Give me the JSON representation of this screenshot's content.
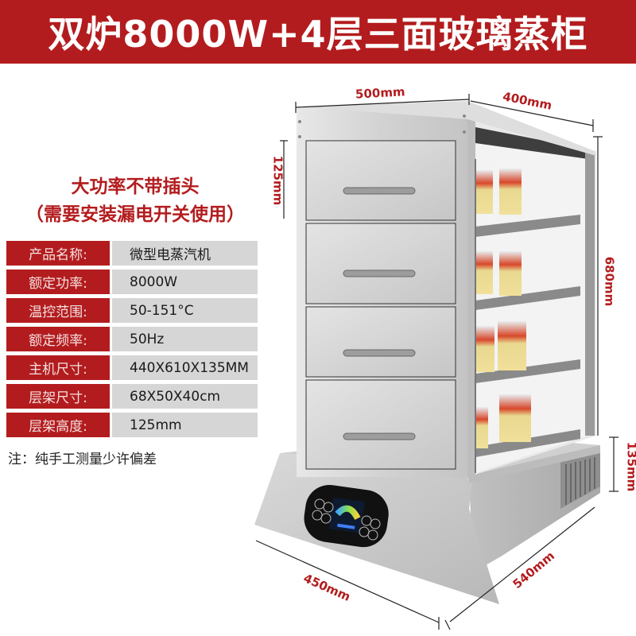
{
  "header": {
    "title": "双炉8000W+4层三面玻璃蒸柜"
  },
  "notice": {
    "line1": "大功率不带插头",
    "line2": "（需要安装漏电开关使用）"
  },
  "specs": [
    {
      "label": "产品名称:",
      "value": "微型电蒸汽机"
    },
    {
      "label": "额定功率:",
      "value": "8000W"
    },
    {
      "label": "温控范围:",
      "value": "50-151°C"
    },
    {
      "label": "额定频率:",
      "value": "50Hz"
    },
    {
      "label": "主机尺寸:",
      "value": "440X610X135MM"
    },
    {
      "label": "层架尺寸:",
      "value": "68X50X40cm"
    },
    {
      "label": "层架高度:",
      "value": "125mm"
    }
  ],
  "footnote": "注：纯手工测量少许偏差",
  "dimensions": {
    "width_top": "500mm",
    "depth_top": "400mm",
    "tray_height": "125mm",
    "cabinet_height": "680mm",
    "base_height": "135mm",
    "base_width": "450mm",
    "base_depth": "540mm"
  },
  "product": {
    "drawer_count": 4,
    "shelf_count": 4
  },
  "colors": {
    "brand_red": "#b31c1e",
    "table_value_bg": "#d6d6d6",
    "steel": "#c9c9c9"
  }
}
